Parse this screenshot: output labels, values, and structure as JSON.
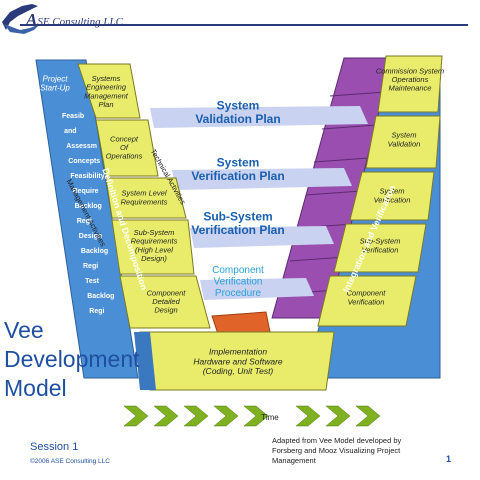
{
  "header": {
    "logo_letter": "A",
    "logo_text": "SE Consulting LLC"
  },
  "slide": {
    "title_lines": [
      "Vee",
      "Development",
      "Model"
    ],
    "session": "Session 1",
    "copyright": "©2006 ASE Consulting LLC",
    "citation": "Adapted from Vee Model developed by Forsberg and Mooz Visualizing Project Management",
    "page_number": "1"
  },
  "colors": {
    "box": "#e8ec6a",
    "blue": "#4a8fd6",
    "purple": "#9a4fb0",
    "plan_band": "#c9d2f0",
    "arrow": "#7fb020",
    "plan_text": "#1a5faf"
  },
  "diagram": {
    "left_boxes": [
      [
        "Systems",
        "Engineering",
        "Management",
        "Plan"
      ],
      [
        "Concept",
        "Of",
        "Operations"
      ],
      [
        "System Level",
        "Requirements"
      ],
      [
        "Sub-System",
        "Requirements",
        "(High Level",
        "Design)"
      ],
      [
        "Component",
        "Detailed",
        "Design"
      ]
    ],
    "right_boxes": [
      [
        "Commission System",
        "Operations",
        "Maintenance"
      ],
      [
        "System",
        "Validation"
      ],
      [
        "System",
        "Verification"
      ],
      [
        "Sub-System",
        "Verification"
      ],
      [
        "Component",
        "Verification"
      ]
    ],
    "bottom_box": [
      "Implementation",
      "Hardware and Software",
      "(Coding, Unit Test)"
    ],
    "plans": [
      [
        "System",
        "Validation Plan"
      ],
      [
        "System",
        "Verification Plan"
      ],
      [
        "Sub-System",
        "Verification Plan"
      ],
      [
        "Component",
        "Verification",
        "Procedure"
      ]
    ],
    "left_blue_labels": [
      "Project",
      "Start-Up"
    ],
    "left_blue_fragments": [
      "Feasib",
      "and",
      "Assessm",
      "Concepts",
      "Feasibility",
      "Require",
      "Backlog",
      "Regi",
      "Design",
      "Backlog",
      "Regi",
      "Test",
      "Backlog",
      "Regi"
    ],
    "label_def": "Definition and Decomposition",
    "label_int": "Integration and Verification",
    "label_tech": "Technical Activities",
    "label_mgmt": "Management Activities",
    "time_label": "Time"
  }
}
